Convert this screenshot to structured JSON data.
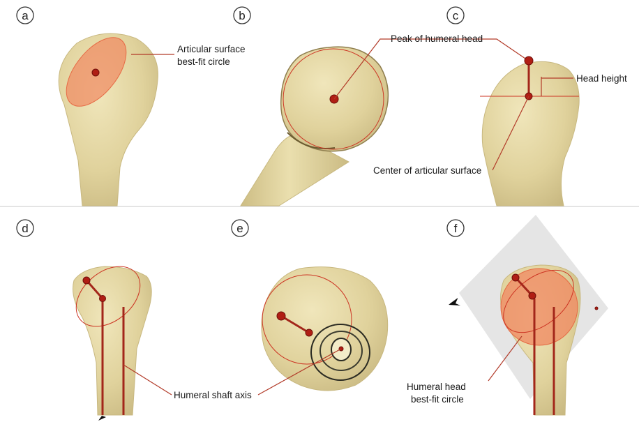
{
  "panels": [
    {
      "letter": "a"
    },
    {
      "letter": "b"
    },
    {
      "letter": "c"
    },
    {
      "letter": "d"
    },
    {
      "letter": "e"
    },
    {
      "letter": "f"
    }
  ],
  "annotations": {
    "articular_line1": "Articular surface",
    "articular_line2": "best-fit circle",
    "peak": "Peak of humeral head",
    "head_height": "Head height",
    "center": "Center of articular surface",
    "shaft_axis": "Humeral shaft axis",
    "headcircle_line1": "Humeral head",
    "headcircle_line2": "best-fit circle"
  },
  "colors": {
    "bone": "#e3d6a2",
    "fit_circle": "#f08a63",
    "axis": "#a3261a",
    "plane": "#e2e2e2"
  }
}
